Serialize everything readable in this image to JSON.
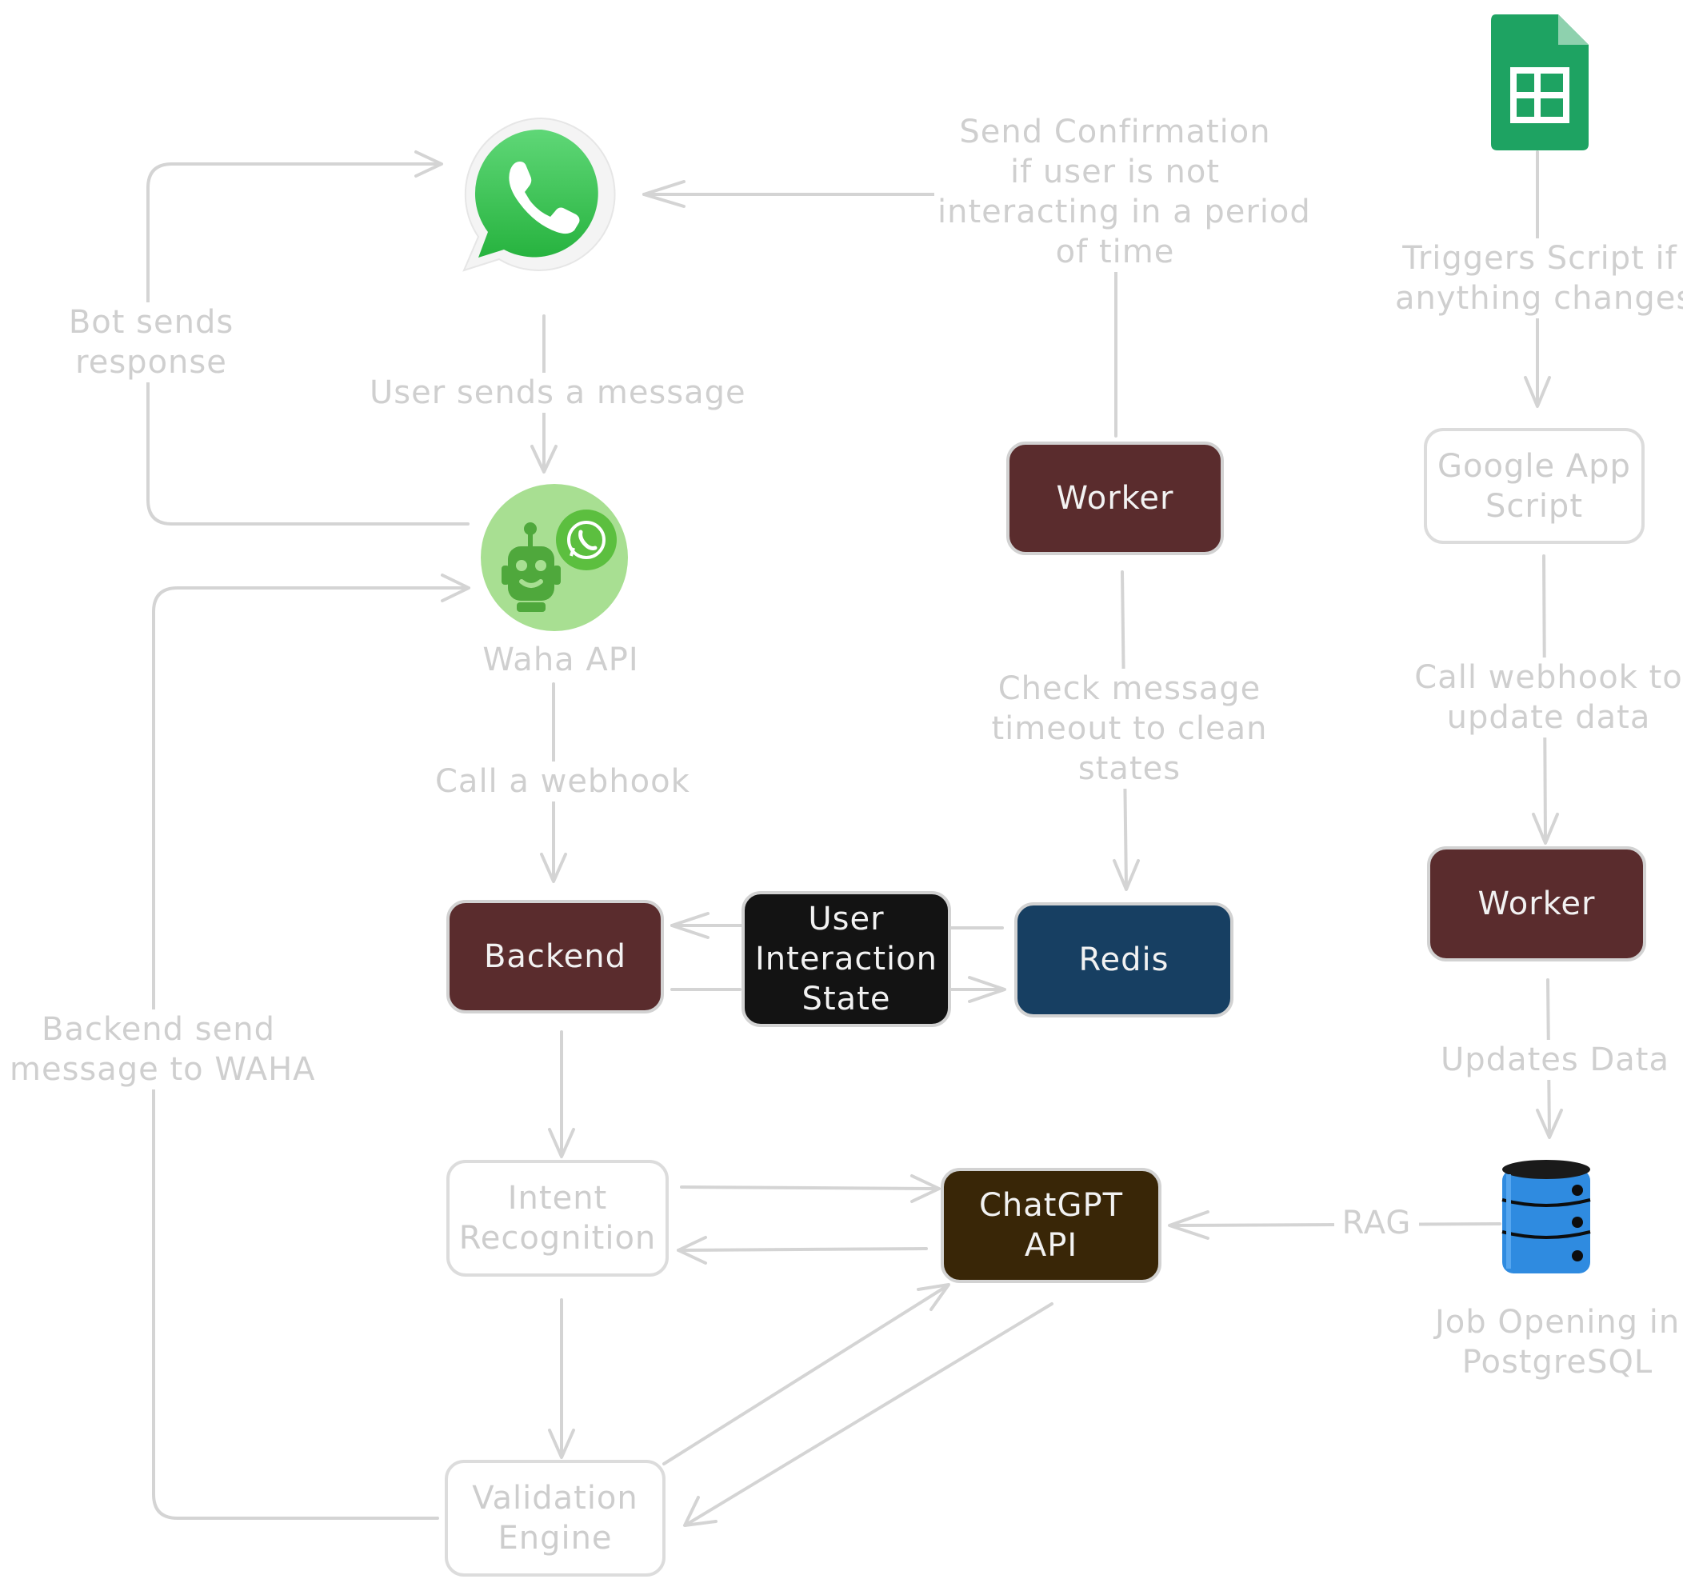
{
  "colors": {
    "worker": "#5a2c2d",
    "redis": "#173f62",
    "user_state": "#131313",
    "chatgpt": "#392607",
    "edge": "#d4d4d4",
    "label_text": "#cfcfcf"
  },
  "nodes": {
    "whatsapp": {
      "icon": "whatsapp-icon"
    },
    "sheets": {
      "icon": "google-sheets-icon"
    },
    "waha_api": {
      "icon": "robot-whatsapp-icon",
      "label": "Waha API"
    },
    "worker_top": {
      "label": "Worker"
    },
    "google_app_script": {
      "lines": [
        "Google App",
        "Script"
      ]
    },
    "backend": {
      "label": "Backend"
    },
    "user_interaction_state": {
      "lines": [
        "User",
        "Interaction",
        "State"
      ]
    },
    "redis": {
      "label": "Redis"
    },
    "worker_right": {
      "label": "Worker"
    },
    "intent_recognition": {
      "lines": [
        "Intent",
        "Recognition"
      ]
    },
    "chatgpt_api": {
      "lines": [
        "ChatGPT",
        "API"
      ]
    },
    "database": {
      "icon": "database-icon",
      "lines": [
        "Job Opening in",
        "PostgreSQL"
      ]
    },
    "validation_engine": {
      "lines": [
        "Validation",
        "Engine"
      ]
    }
  },
  "edge_labels": {
    "bot_sends_response": [
      "Bot sends",
      "response"
    ],
    "user_sends_message": [
      "User sends a message"
    ],
    "send_confirmation": [
      "Send Confirmation",
      "if user is not",
      "interacting in a period",
      "of time"
    ],
    "triggers_script": [
      "Triggers Script if",
      "anything changes"
    ],
    "call_a_webhook": [
      "Call a webhook"
    ],
    "check_message_timeout": [
      "Check message",
      "timeout to clean",
      "states"
    ],
    "call_webhook_update": [
      "Call webhook to",
      "update data"
    ],
    "backend_send_message": [
      "Backend send",
      "message to WAHA"
    ],
    "updates_data": [
      "Updates Data"
    ],
    "rag": [
      "RAG"
    ]
  }
}
